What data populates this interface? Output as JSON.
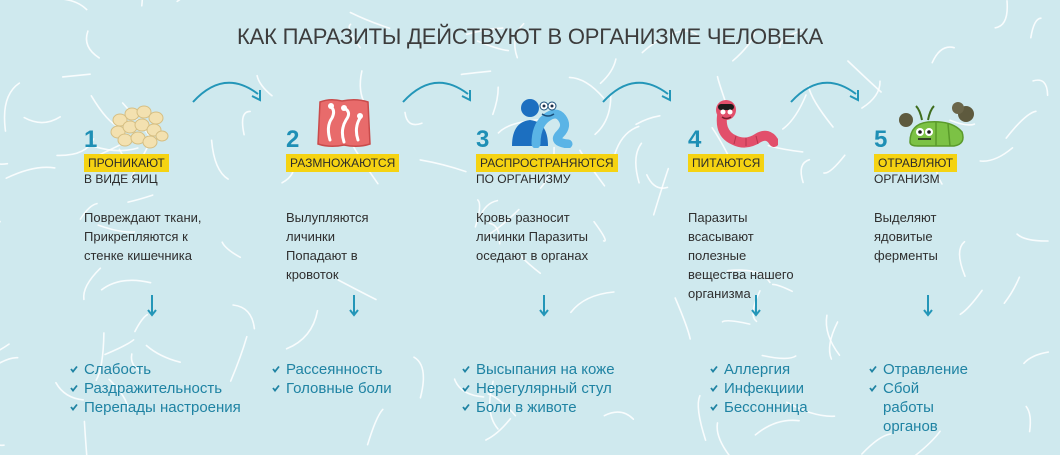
{
  "title": "КАК ПАРАЗИТЫ ДЕЙСТВУЮТ В ОРГАНИЗМЕ ЧЕЛОВЕКА",
  "colors": {
    "accent": "#1e8fb5",
    "highlight": "#f5d312",
    "background": "#cfe9ee",
    "effect_text": "#1f83a3"
  },
  "steps": [
    {
      "number": "1",
      "label": "ПРОНИКАЮТ",
      "sub": "В ВИДЕ ЯИЦ",
      "icon": "eggs-icon",
      "desc": [
        "Повреждают ткани,",
        "Прикрепляются к",
        "стенке кишечника"
      ],
      "effects": [
        "Слабость",
        "Раздражительность",
        "Перепады настроения"
      ]
    },
    {
      "number": "2",
      "label": "РАЗМНОЖАЮТСЯ",
      "sub": "",
      "icon": "larvae-icon",
      "desc": [
        "Вылупляются",
        "личинки",
        "Попадают в",
        "кровоток"
      ],
      "effects": [
        "Рассеянность",
        "Головные боли"
      ]
    },
    {
      "number": "3",
      "label": "РАСПРОСТРАНЯЮТСЯ",
      "sub": "ПО ОРГАНИЗМУ",
      "icon": "worm-human-icon",
      "desc": [
        "Кровь разносит",
        "личинки Паразиты",
        "оседают в органах"
      ],
      "effects": [
        "Высыпания на коже",
        "Нерегулярный стул",
        "Боли в животе"
      ]
    },
    {
      "number": "4",
      "label": "ПИТАЮТСЯ",
      "sub": "",
      "icon": "pink-worm-icon",
      "desc": [
        "Паразиты",
        "всасывают",
        "полезные",
        "вещества нашего",
        "организма"
      ],
      "effects": [
        "Аллергия",
        "Инфекциии",
        "Бессонница"
      ]
    },
    {
      "number": "5",
      "label": "ОТРАВЛЯЮТ",
      "sub": "ОРГАНИЗМ",
      "icon": "green-bug-icon",
      "desc": [
        "Выделяют",
        "ядовитые",
        "ферменты"
      ],
      "effects": [
        "Отравление",
        "Сбой",
        "работы",
        "органов"
      ]
    }
  ]
}
